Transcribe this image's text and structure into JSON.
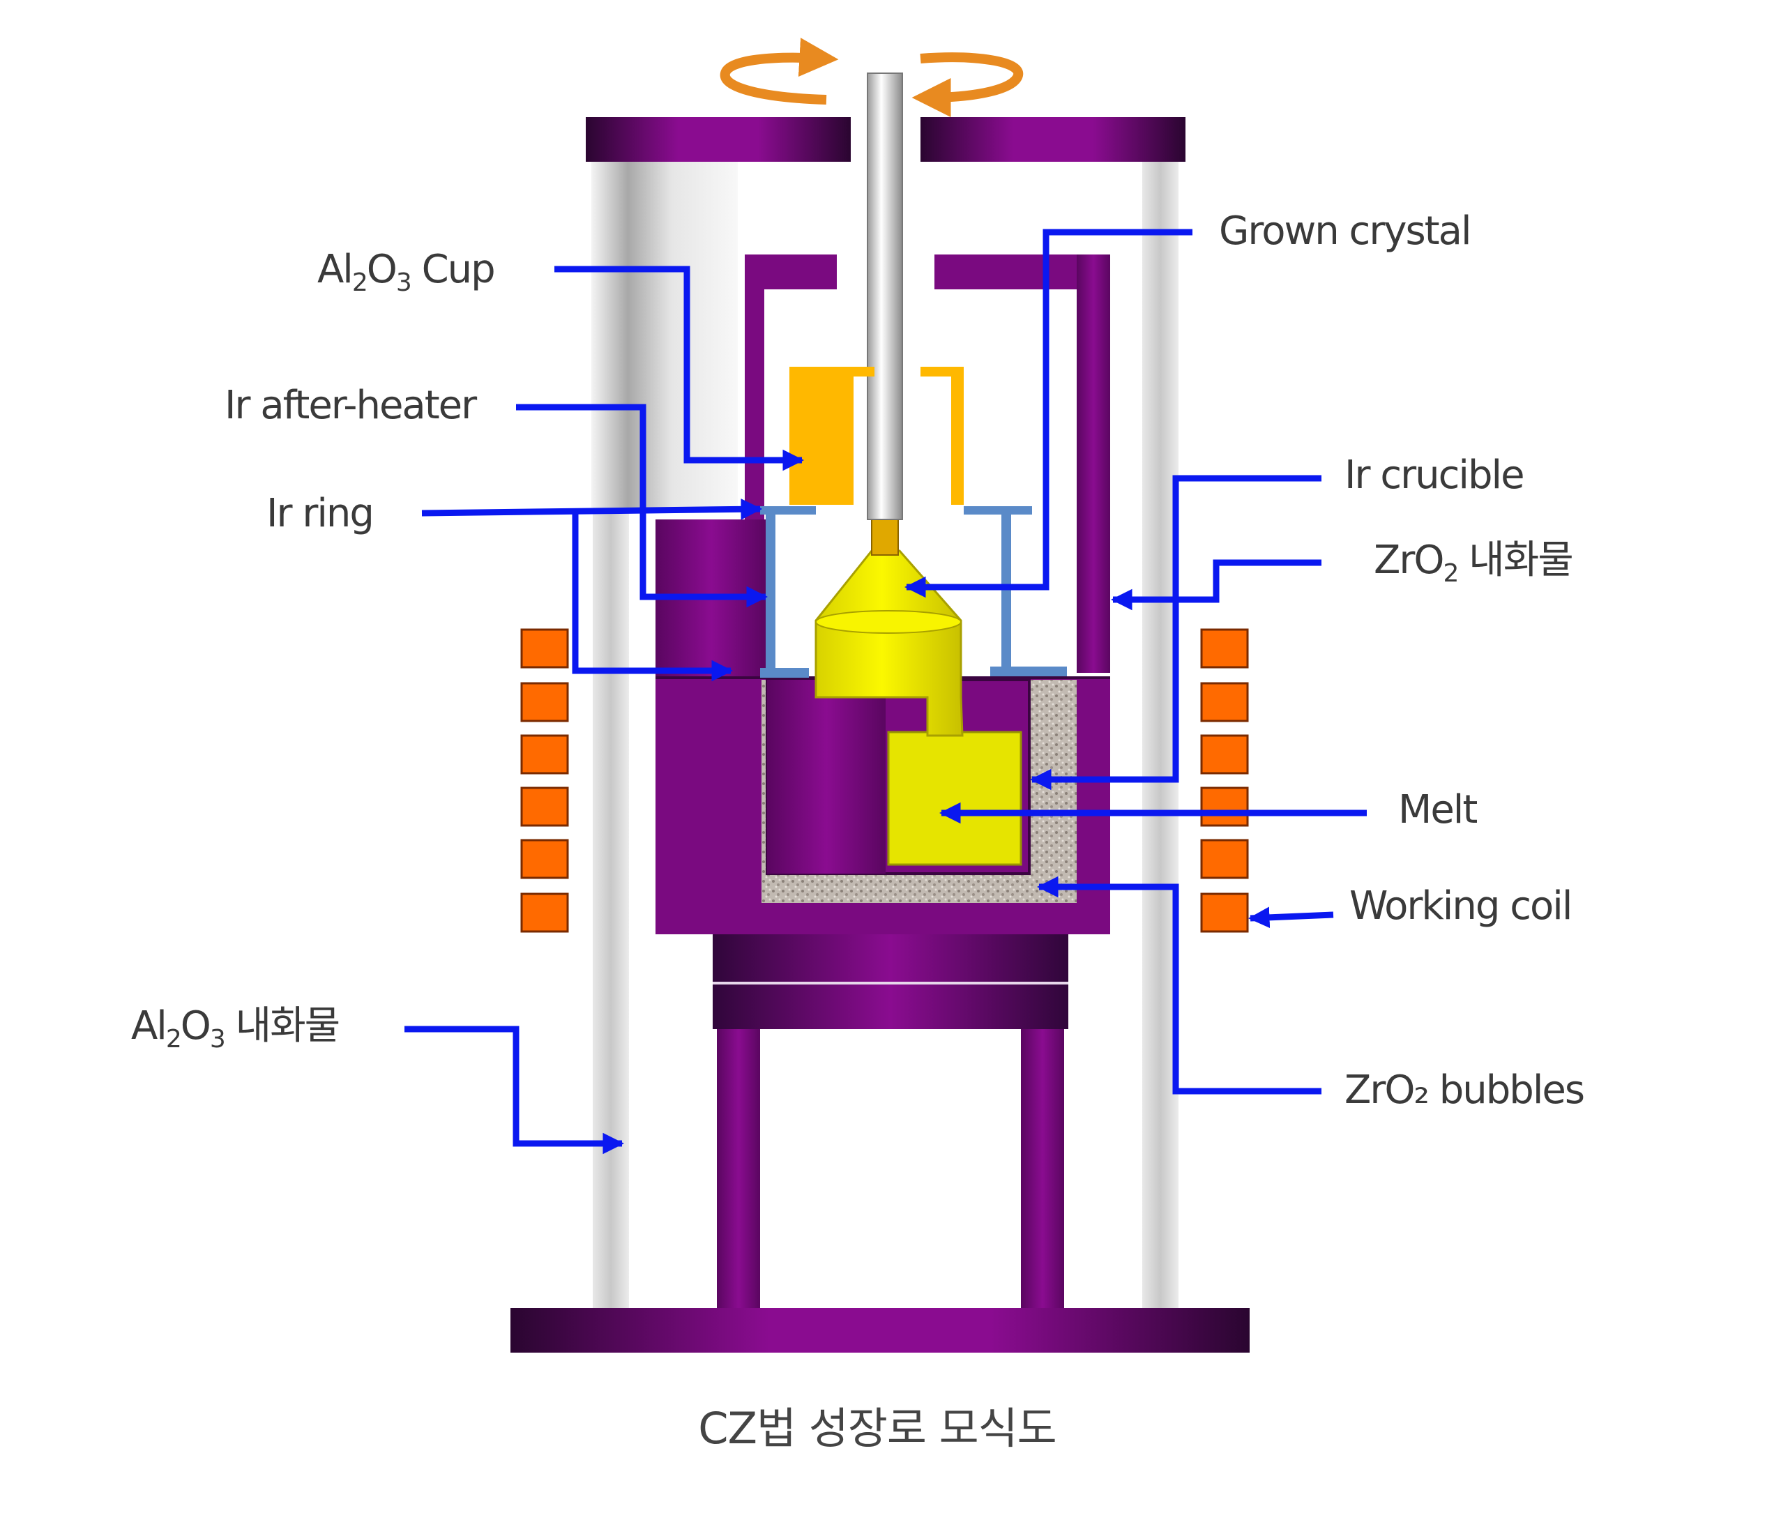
{
  "labels": {
    "al2o3_cup": {
      "main": "Al",
      "s1": "2",
      "mid": "O",
      "s2": "3",
      "tail": " Cup"
    },
    "ir_after_heater": "Ir after-heater",
    "ir_ring": "Ir ring",
    "al2o3_refractory": {
      "main": "Al",
      "s1": "2",
      "mid": "O",
      "s2": "3",
      "tail": " 내화물"
    },
    "grown_crystal": "Grown crystal",
    "ir_crucible": "Ir crucible",
    "zro2_refractory": {
      "main": "ZrO",
      "s1": "2",
      "tail": " 내화물"
    },
    "melt": "Melt",
    "working_coil": "Working coil",
    "zro2_bubbles": "ZrO₂ bubbles"
  },
  "caption": "CZ법 성장로 모식도",
  "colors": {
    "frame_purple": "#7a0a80",
    "frame_dark": "#2a0530",
    "label_arrow_blue": "#0a18f0",
    "crystal_yellow": "#f2f000",
    "cup_orange": "#ffb800",
    "coil_orange": "#ff6a00",
    "ring_blue": "#5a8ac8",
    "rotation_orange": "#e88a20",
    "tube_gray": "#d8d8d8",
    "bubbles_gray": "#b8b0a8"
  }
}
